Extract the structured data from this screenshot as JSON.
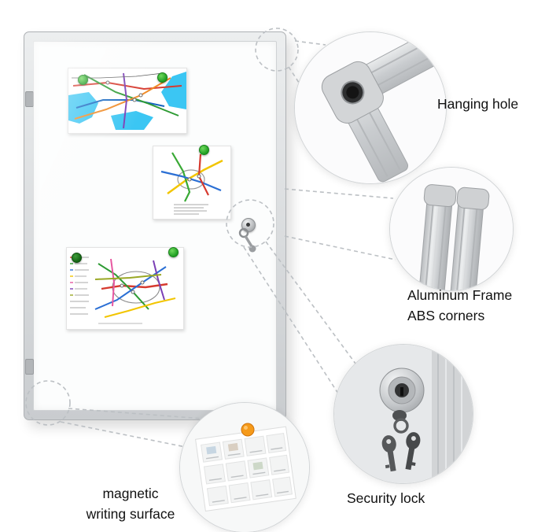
{
  "callouts": {
    "hanging_hole": {
      "label": "Hanging hole"
    },
    "aluminum_frame": {
      "line1": "Aluminum Frame",
      "line2": "ABS corners"
    },
    "security_lock": {
      "label": "Security lock"
    },
    "magnetic_surface": {
      "line1": "magnetic",
      "line2": "writing surface"
    }
  },
  "colors": {
    "frame_silver": "#d8dadc",
    "magnet_green": "#2fae2f",
    "magnet_dark_green": "#146414",
    "magnet_orange": "#f59a1a",
    "dashed_connector": "#bcc0c4",
    "label_text": "#111111",
    "map_water_cyan": "#3bc6f3"
  }
}
